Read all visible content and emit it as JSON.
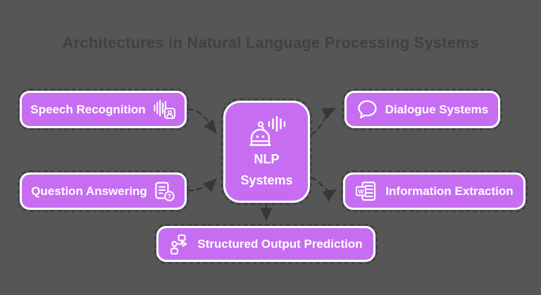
{
  "title": "Architectures in Natural Language Processing Systems",
  "center": {
    "label_line1": "NLP",
    "label_line2": "Systems",
    "icon": "robot-voice-icon"
  },
  "nodes": [
    {
      "id": "speech-recognition",
      "label": "Speech Recognition",
      "icon": "speech-waveform-person-icon",
      "icon_side": "right"
    },
    {
      "id": "question-answering",
      "label": "Question Answering",
      "icon": "document-question-icon",
      "icon_side": "right"
    },
    {
      "id": "dialogue-systems",
      "label": "Dialogue Systems",
      "icon": "speech-bubble-icon",
      "icon_side": "left"
    },
    {
      "id": "information-extraction",
      "label": "Information Extraction",
      "icon": "word-document-icon",
      "icon_side": "left"
    },
    {
      "id": "structured-output-prediction",
      "label": "Structured Output Prediction",
      "icon": "flowchart-icon",
      "icon_side": "left"
    }
  ],
  "connections": [
    {
      "from": "speech-recognition",
      "to": "nlp-systems",
      "style": "dashed-arrow"
    },
    {
      "from": "question-answering",
      "to": "nlp-systems",
      "style": "dashed-arrow"
    },
    {
      "from": "nlp-systems",
      "to": "dialogue-systems",
      "style": "dashed-arrow"
    },
    {
      "from": "nlp-systems",
      "to": "information-extraction",
      "style": "dashed-arrow"
    },
    {
      "from": "nlp-systems",
      "to": "structured-output-prediction",
      "style": "dashed-arrow"
    }
  ],
  "colors": {
    "background": "#565656",
    "node_fill": "#c76df2",
    "node_border": "#fdfcff",
    "node_text": "#ffffff",
    "title_text": "#414141",
    "connector": "#373737"
  }
}
